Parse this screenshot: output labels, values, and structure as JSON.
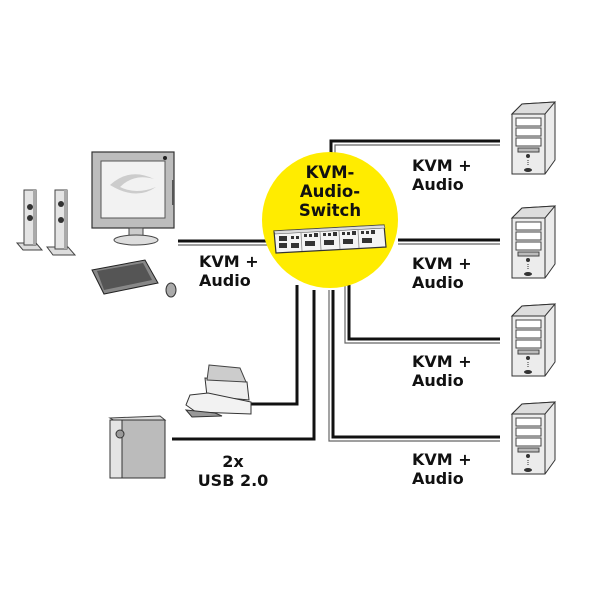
{
  "diagram": {
    "hub": {
      "title_lines": [
        "KVM-",
        "Audio-",
        "Switch"
      ],
      "color": "#ffec00"
    },
    "workstation_link": {
      "lines": [
        "KVM +",
        "Audio"
      ]
    },
    "usb_link": {
      "lines": [
        "2x",
        "USB 2.0"
      ]
    },
    "computer_links": [
      {
        "lines": [
          "KVM +",
          "Audio"
        ]
      },
      {
        "lines": [
          "KVM +",
          "Audio"
        ]
      },
      {
        "lines": [
          "KVM +",
          "Audio"
        ]
      },
      {
        "lines": [
          "KVM +",
          "Audio"
        ]
      }
    ],
    "devices": {
      "workstation": [
        "speakers-icon",
        "monitor-icon",
        "keyboard-icon",
        "mouse-icon"
      ],
      "usb": [
        "printer-icon",
        "external-drive-icon"
      ],
      "computers": [
        "pc-tower-icon",
        "pc-tower-icon",
        "pc-tower-icon",
        "pc-tower-icon"
      ]
    },
    "line_color": "#111111"
  }
}
